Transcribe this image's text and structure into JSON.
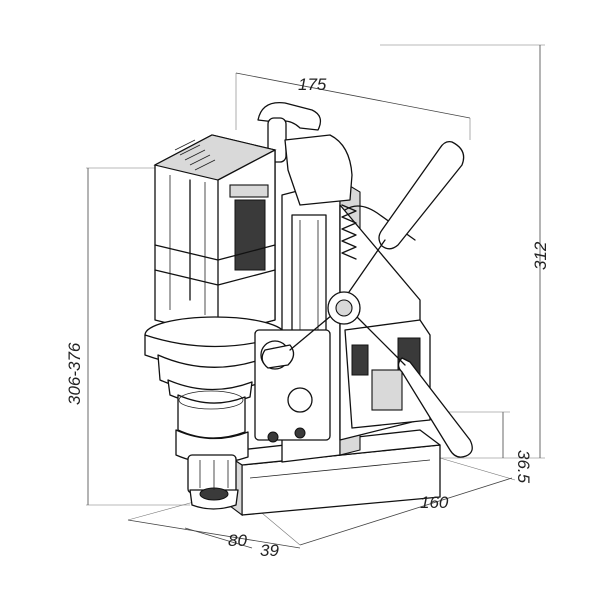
{
  "dimensions": {
    "top_width": "175",
    "overall_height": "312",
    "stroke_range": "306-376",
    "base_height": "36.5",
    "base_length": "160",
    "base_width": "80",
    "spindle_offset": "39"
  }
}
